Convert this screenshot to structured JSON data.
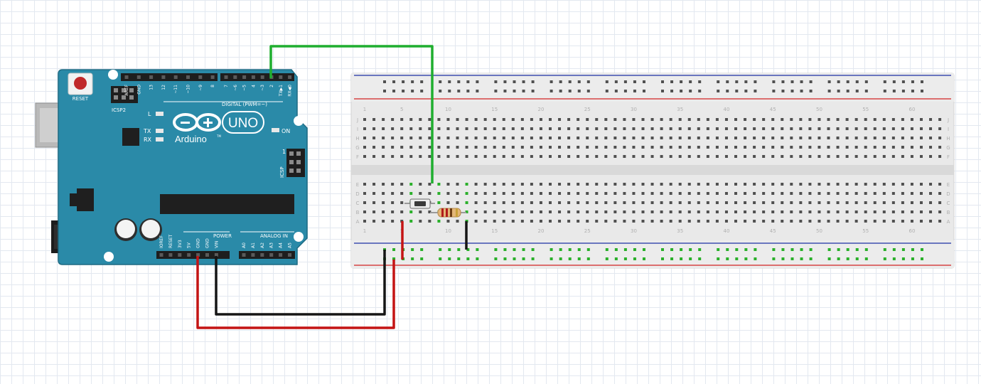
{
  "colors": {
    "board": "#2a8aa8",
    "board_dark": "#1d6a82",
    "silk": "#ffffff",
    "wire_green": "#1fae2f",
    "wire_black": "#151515",
    "wire_red": "#c41414",
    "rail_red": "#d64545",
    "rail_blue": "#3f4fb0",
    "breadboard": "#e9e9e9",
    "hole": "#505050",
    "hole_active": "#2bb02b"
  },
  "arduino": {
    "brand": "Arduino",
    "tm": "TM",
    "model": "UNO",
    "reset_label": "RESET",
    "icsp2_label": "ICSP2",
    "icsp_label": "ICSP",
    "icsp_pin1": "1",
    "led_l": "L",
    "led_tx": "TX",
    "led_rx": "RX",
    "on_label": "ON",
    "digital_label": "DIGITAL (PWM=~)",
    "power_label": "POWER",
    "analog_label": "ANALOG IN",
    "digital_pins_left": [
      "AREF",
      "GND",
      "13",
      "12",
      "~11",
      "~10",
      "~9",
      "8"
    ],
    "digital_pins_right": [
      "7",
      "~6",
      "~5",
      "4",
      "~3",
      "2",
      "TX▶1",
      "RX◀0"
    ],
    "power_pins": [
      "IOREF",
      "RESET",
      "3V3",
      "5V",
      "GND",
      "GND",
      "VIN"
    ],
    "analog_pins": [
      "A0",
      "A1",
      "A2",
      "A3",
      "A4",
      "A5"
    ]
  },
  "breadboard": {
    "column_numbers": [
      "1",
      "5",
      "10",
      "15",
      "20",
      "25",
      "30",
      "35",
      "40",
      "45",
      "50",
      "55",
      "60"
    ],
    "rows_top": [
      "J",
      "I",
      "H",
      "G",
      "F"
    ],
    "rows_bottom": [
      "E",
      "D",
      "C",
      "B",
      "A"
    ]
  },
  "components": {
    "pushbutton": "pushbutton",
    "resistor": "resistor"
  }
}
